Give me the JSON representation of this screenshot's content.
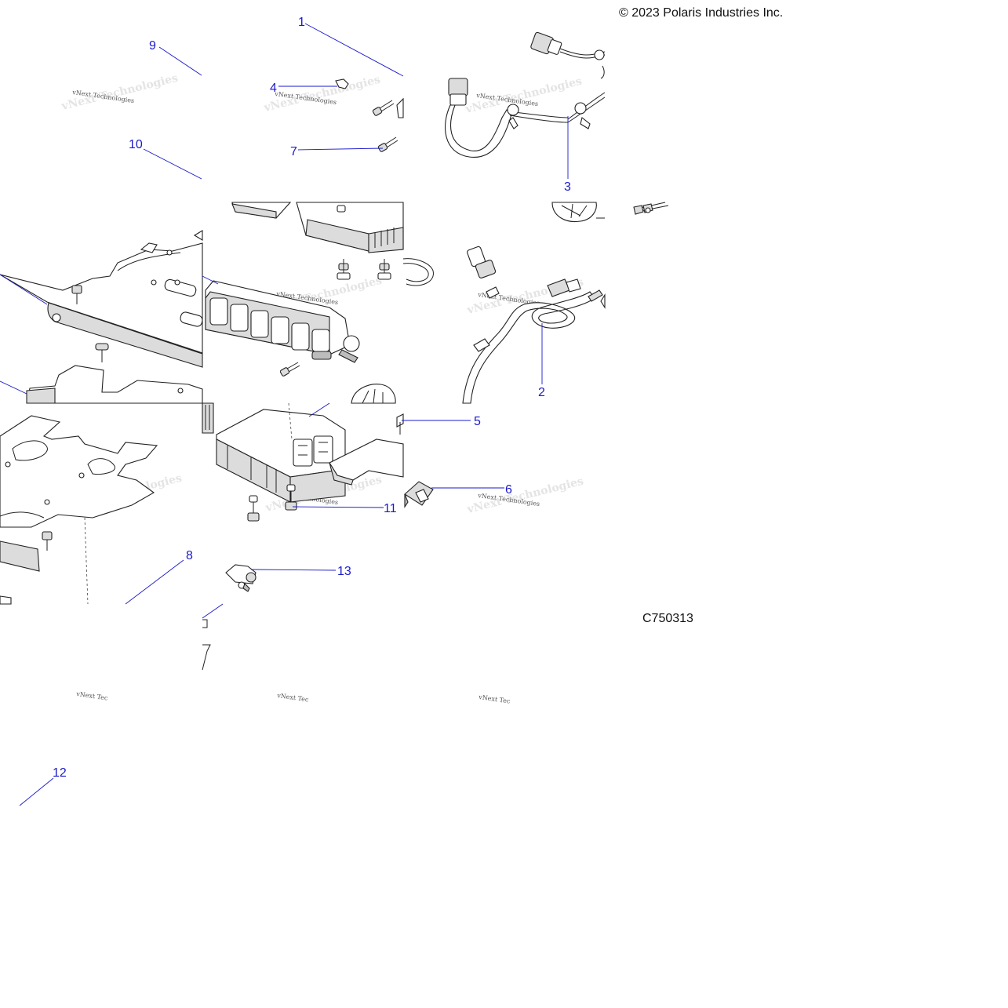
{
  "copyright": "© 2023 Polaris Industries Inc.",
  "drawing_code": "C750313",
  "watermark_text": "vNext Technologies",
  "watermark_partial": "vNext Tec",
  "callouts": {
    "c1": "1",
    "c2": "2",
    "c3": "3",
    "c4": "4",
    "c5": "5",
    "c6": "6",
    "c7": "7",
    "c8": "8",
    "c9": "9",
    "c10": "10",
    "c11": "11",
    "c12": "12",
    "c13": "13"
  },
  "colors": {
    "callout": "#1a1acc",
    "line": "#222222",
    "background": "#ffffff"
  },
  "icons": [
    "harness-connector-icon",
    "bolt-icon",
    "grommet-icon",
    "fuse-box-icon",
    "module-icon",
    "bracket-icon"
  ]
}
